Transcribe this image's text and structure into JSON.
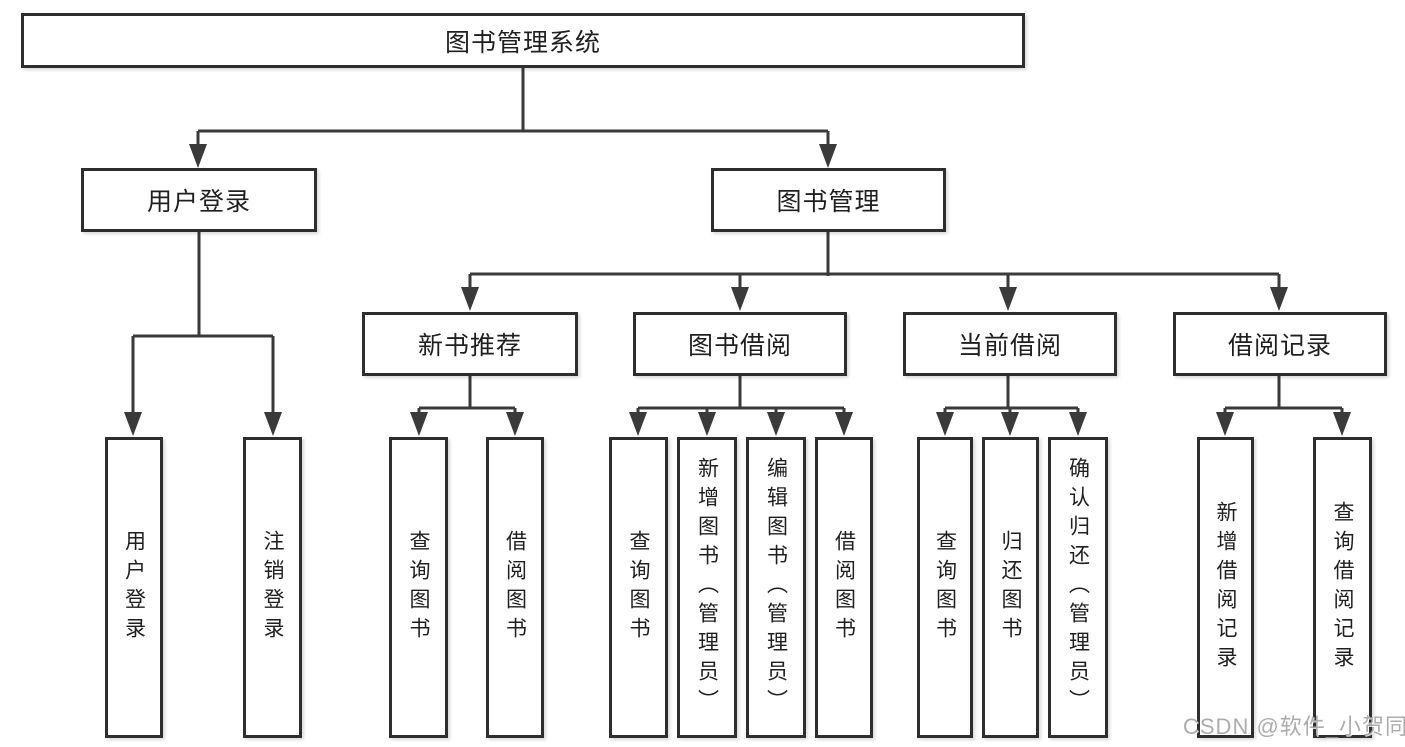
{
  "tree": {
    "root": {
      "label": "图书管理系统"
    },
    "branches": [
      {
        "label": "用户登录",
        "children": [
          {
            "label": "用户登录"
          },
          {
            "label": "注销登录"
          }
        ]
      },
      {
        "label": "图书管理",
        "children": [
          {
            "label": "新书推荐",
            "children": [
              {
                "label": "查询图书"
              },
              {
                "label": "借阅图书"
              }
            ]
          },
          {
            "label": "图书借阅",
            "children": [
              {
                "label": "查询图书"
              },
              {
                "label": "新增图书（管理员）"
              },
              {
                "label": "编辑图书（管理员）"
              },
              {
                "label": "借阅图书"
              }
            ]
          },
          {
            "label": "当前借阅",
            "children": [
              {
                "label": "查询图书"
              },
              {
                "label": "归还图书"
              },
              {
                "label": "确认归还（管理员）"
              }
            ]
          },
          {
            "label": "借阅记录",
            "children": [
              {
                "label": "新增借阅记录"
              },
              {
                "label": "查询借阅记录"
              }
            ]
          }
        ]
      }
    ]
  },
  "watermark": {
    "text": "CSDN @软件_小贺同学"
  },
  "colors": {
    "line": "#3a3a3a",
    "box_border": "#2e2e2e",
    "text": "#1f1f1f",
    "watermark": "#9e9e9e"
  }
}
